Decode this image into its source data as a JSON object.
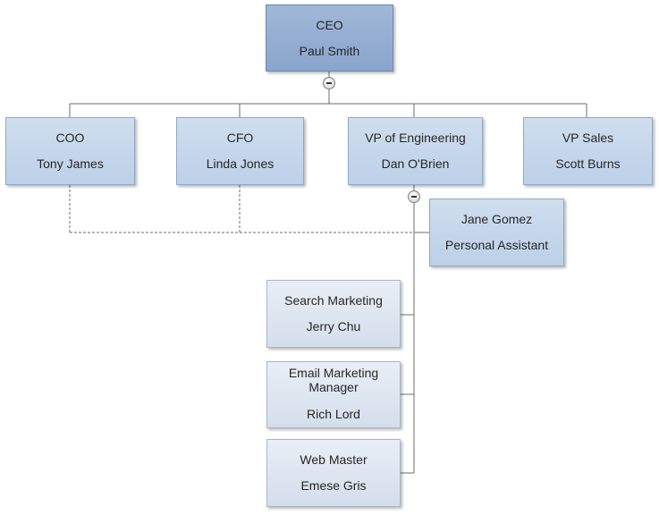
{
  "ceo": {
    "role": "CEO",
    "name": "Paul Smith"
  },
  "executives": [
    {
      "role": "COO",
      "name": "Tony James"
    },
    {
      "role": "CFO",
      "name": "Linda Jones"
    },
    {
      "role": "VP of Engineering",
      "name": "Dan O'Brien"
    },
    {
      "role": "VP Sales",
      "name": "Scott Burns"
    }
  ],
  "assistant": {
    "name": "Jane Gomez",
    "role": "Personal Assistant"
  },
  "engineering_reports": [
    {
      "role": "Search Marketing",
      "name": "Jerry Chu"
    },
    {
      "role": "Email Marketing Manager",
      "name": "Rich Lord"
    },
    {
      "role": "Web Master",
      "name": "Emese Gris"
    }
  ],
  "colors": {
    "ceo_fill": "#95afd2",
    "executive_fill": "#c6d7ec",
    "report_fill": "#dfe6f0",
    "connector": "#6e6e6e"
  },
  "icons": [
    "collapse-icon"
  ]
}
